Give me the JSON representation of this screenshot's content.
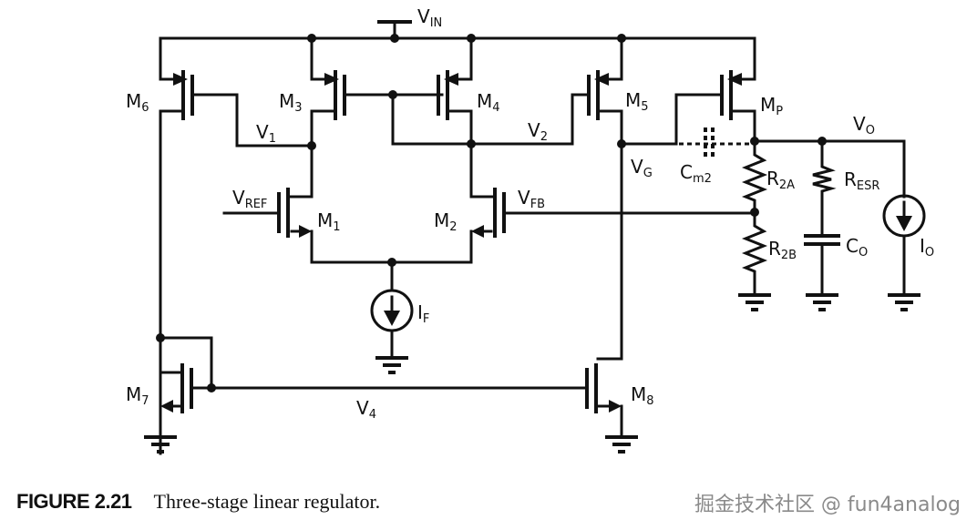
{
  "figure": {
    "number_label": "FIGURE 2.21",
    "title": "Three-stage linear regulator."
  },
  "watermark": "掘金技术社区 @ fun4analog",
  "nodes": {
    "vin": {
      "main": "V",
      "sub": "IN"
    },
    "v1": {
      "main": "V",
      "sub": "1"
    },
    "v2": {
      "main": "V",
      "sub": "2"
    },
    "vg": {
      "main": "V",
      "sub": "G"
    },
    "vo": {
      "main": "V",
      "sub": "O"
    },
    "vref": {
      "main": "V",
      "sub": "REF"
    },
    "vfb": {
      "main": "V",
      "sub": "FB"
    },
    "v4": {
      "main": "V",
      "sub": "4"
    }
  },
  "transistors": {
    "m1": {
      "main": "M",
      "sub": "1",
      "type": "NMOS"
    },
    "m2": {
      "main": "M",
      "sub": "2",
      "type": "NMOS"
    },
    "m3": {
      "main": "M",
      "sub": "3",
      "type": "PMOS"
    },
    "m4": {
      "main": "M",
      "sub": "4",
      "type": "PMOS"
    },
    "m5": {
      "main": "M",
      "sub": "5",
      "type": "PMOS"
    },
    "m6": {
      "main": "M",
      "sub": "6",
      "type": "PMOS"
    },
    "m7": {
      "main": "M",
      "sub": "7",
      "type": "NMOS"
    },
    "m8": {
      "main": "M",
      "sub": "8",
      "type": "NMOS"
    },
    "mp": {
      "main": "M",
      "sub": "P",
      "type": "PMOS"
    }
  },
  "passives": {
    "cm2": {
      "main": "C",
      "sub": "m2"
    },
    "r2a": {
      "main": "R",
      "sub": "2A"
    },
    "r2b": {
      "main": "R",
      "sub": "2B"
    },
    "resr": {
      "main": "R",
      "sub": "ESR"
    },
    "co": {
      "main": "C",
      "sub": "O"
    }
  },
  "sources": {
    "if": {
      "main": "I",
      "sub": "F"
    },
    "io": {
      "main": "I",
      "sub": "O"
    }
  }
}
